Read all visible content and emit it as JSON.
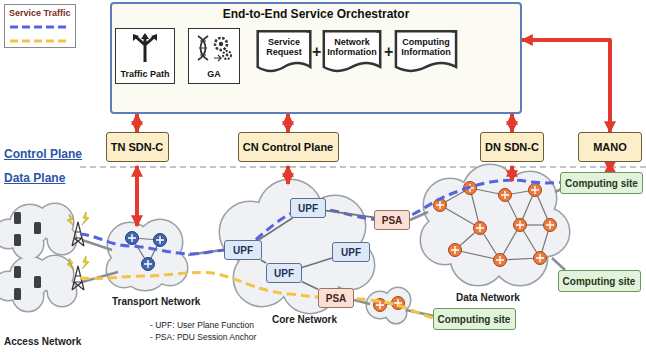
{
  "diagram": {
    "nodes": [
      {
        "text": [
          "End-to-End Service Orchestrator"
        ]
      },
      {
        "text": [
          "Traffic Path"
        ],
        "in": 0
      },
      {
        "text": [
          "GA"
        ],
        "in": 0
      },
      {
        "text": [
          "Service Request"
        ],
        "in": 0
      },
      {
        "text": [
          "Network Information"
        ],
        "in": 0
      },
      {
        "text": [
          "Computing Information"
        ],
        "in": 0
      },
      {
        "text": [
          "TN SDN-C"
        ]
      },
      {
        "text": [
          "CN Control Plane"
        ]
      },
      {
        "text": [
          "DN SDN-C"
        ]
      },
      {
        "text": [
          "MANO"
        ]
      },
      {
        "text": [
          "Computing site"
        ]
      },
      {
        "text": [
          "UPF"
        ]
      },
      {
        "text": [
          "UPF"
        ]
      },
      {
        "text": [
          "UPF"
        ]
      },
      {
        "text": [
          "UPF"
        ]
      },
      {
        "text": [
          "PSA"
        ]
      },
      {
        "text": [
          "PSA"
        ]
      },
      {
        "text": [
          "Computing site"
        ]
      },
      {
        "text": [
          "Computing site"
        ]
      }
    ],
    "edges": [
      {
        "from": 2,
        "to": 1,
        "arrow": "to"
      },
      {
        "from": 3,
        "to": 2,
        "arrow": "to"
      },
      {
        "from": 0,
        "to": 6,
        "arrow": "both"
      },
      {
        "from": 0,
        "to": 7,
        "arrow": "both"
      },
      {
        "from": 0,
        "to": 8,
        "arrow": "both"
      },
      {
        "from": 9,
        "to": 0,
        "arrow": "both"
      },
      {
        "from": 9,
        "to": 10,
        "arrow": "both"
      },
      {
        "from": 12,
        "to": 11,
        "arrow": "none"
      },
      {
        "from": 12,
        "to": 13,
        "arrow": "none"
      },
      {
        "from": 13,
        "to": 14,
        "arrow": "none"
      },
      {
        "from": 11,
        "to": 15,
        "arrow": "none"
      },
      {
        "from": 13,
        "to": 16,
        "arrow": "none"
      }
    ],
    "labels": [
      "Control Plane",
      "Data Plane",
      "+",
      "+",
      "Transport Network",
      "Core Network",
      "Data Network",
      "Access Network",
      "- UPF: User Plane Function",
      "- PSA: PDU Session Anchor"
    ],
    "legend": [
      {
        "text": "Service Traffic"
      }
    ]
  }
}
